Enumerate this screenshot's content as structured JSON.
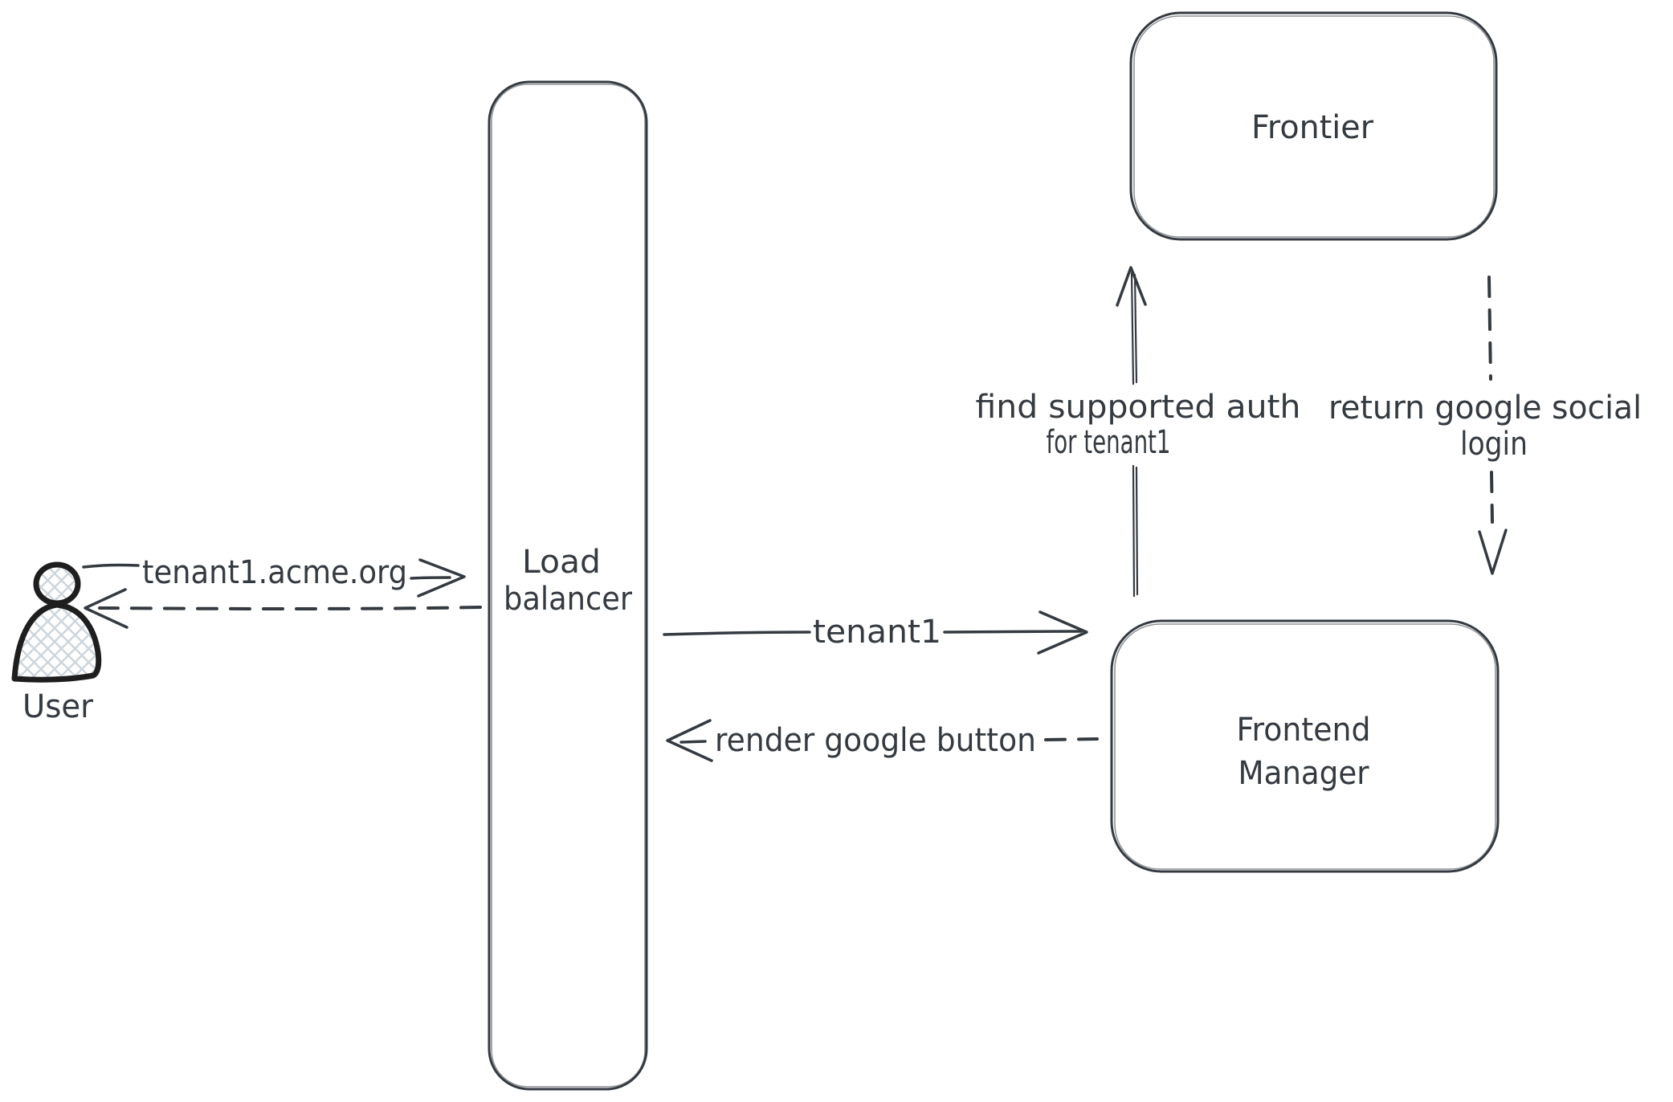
{
  "canvas": {
    "background": "#ffffff"
  },
  "colors": {
    "stroke": "#343a40",
    "user_stroke": "#1e1e1e",
    "hatch_fill": "#cdd5dc"
  },
  "nodes": {
    "user": {
      "label": "User"
    },
    "load_balancer": {
      "label_line1": "Load",
      "label_line2": "balancer"
    },
    "frontier": {
      "label": "Frontier"
    },
    "frontend_manager": {
      "label_line1": "Frontend",
      "label_line2": "Manager"
    }
  },
  "edges": {
    "user_to_load_balancer": {
      "label": "tenant1.acme.org",
      "style": "solid"
    },
    "load_balancer_to_user": {
      "style": "dashed"
    },
    "load_balancer_to_frontend_manager": {
      "label": "tenant1",
      "style": "solid"
    },
    "frontend_manager_to_load_balancer": {
      "label": "render google button",
      "style": "dashed"
    },
    "frontend_manager_to_frontier": {
      "label_line1": "find supported auth",
      "label_line2": "for tenant1",
      "style": "solid"
    },
    "frontier_to_frontend_manager": {
      "label_line1": "return google social",
      "label_line2": "login",
      "style": "dashed"
    }
  }
}
